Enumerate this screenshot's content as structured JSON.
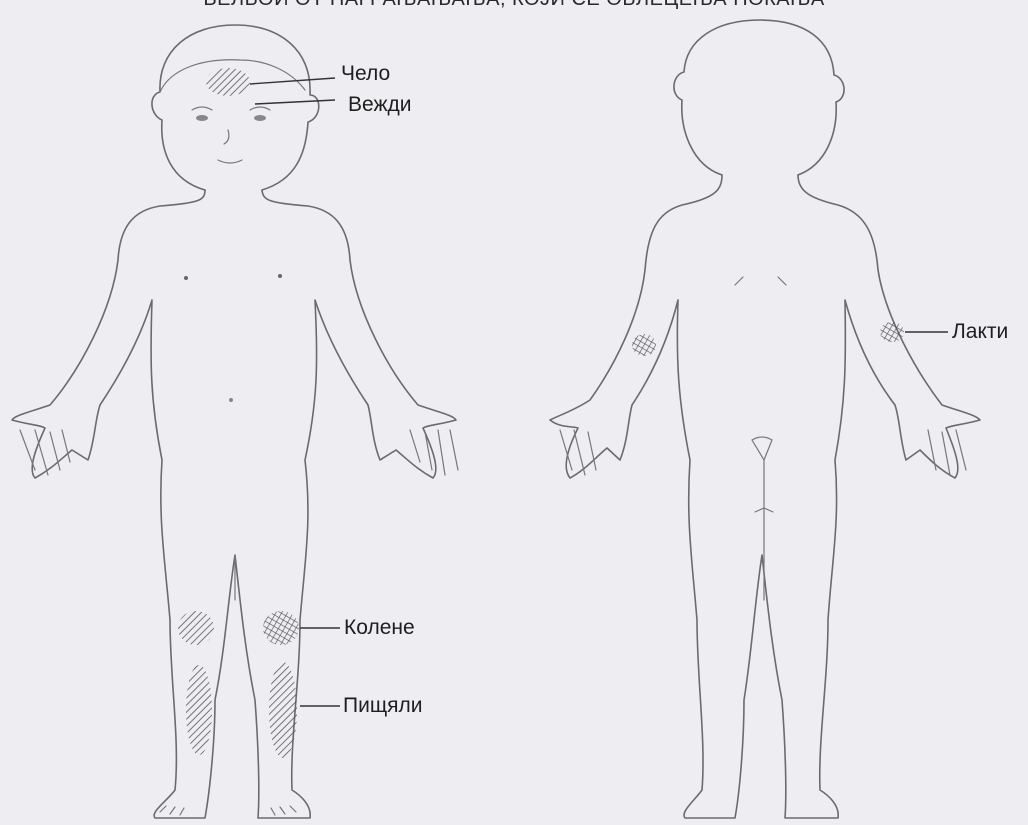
{
  "caption": "ВЕЛБОИ ОТ НАГРАЊАЊАЊА, КОЈИ СЕ ОБЛЕЦЕЊА ПОКАЊА",
  "labels": {
    "forehead": "Чело",
    "eyelids": "Вежди",
    "elbows": "Лакти",
    "knees": "Колене",
    "shins": "Пищяли"
  },
  "colors": {
    "background": "#eeeef2",
    "outline": "#6b6b6b",
    "lesion": "#555555"
  }
}
